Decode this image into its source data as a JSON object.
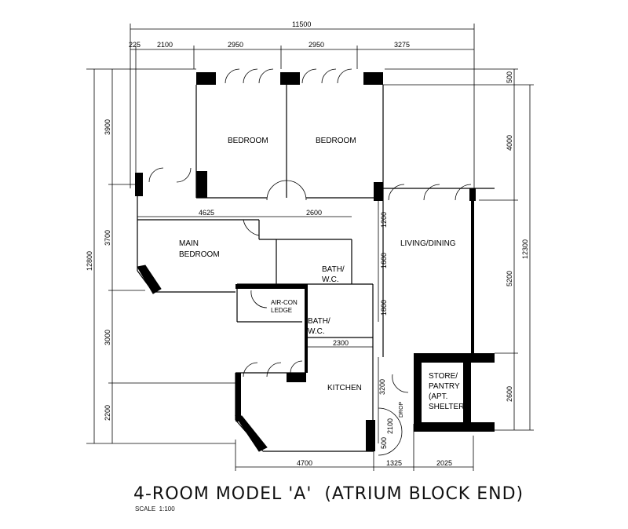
{
  "title": "4-ROOM MODEL 'A'  (ATRIUM BLOCK END)",
  "scale": "SCALE  1:100",
  "rooms": {
    "bedroom1": "BEDROOM",
    "bedroom2": "BEDROOM",
    "main_bedroom_1": "MAIN",
    "main_bedroom_2": "BEDROOM",
    "living": "LIVING/DINING",
    "bath1_1": "BATH/",
    "bath1_2": "W.C.",
    "bath2_1": "BATH/",
    "bath2_2": "W.C.",
    "aircon_1": "AIR-CON",
    "aircon_2": "LEDGE",
    "kitchen": "KITCHEN",
    "store_1": "STORE/",
    "store_2": "PANTRY",
    "store_3": "(APT.",
    "store_4": "SHELTER)",
    "drop": "DROP"
  },
  "dimensions": {
    "top_total": "11500",
    "top": [
      "225",
      "2100",
      "2950",
      "2950",
      "3275"
    ],
    "left_total": "12800",
    "left": [
      "3900",
      "3700",
      "3000",
      "2200"
    ],
    "right_total": "12300",
    "right": [
      "500",
      "4000",
      "5200",
      "2600"
    ],
    "inner_vertical": [
      "1200",
      "1600",
      "1800",
      "3200",
      "2100",
      "500"
    ],
    "inner_horizontal": [
      "4625",
      "2600",
      "2300"
    ],
    "bottom": [
      "4700",
      "1325",
      "2025"
    ]
  }
}
